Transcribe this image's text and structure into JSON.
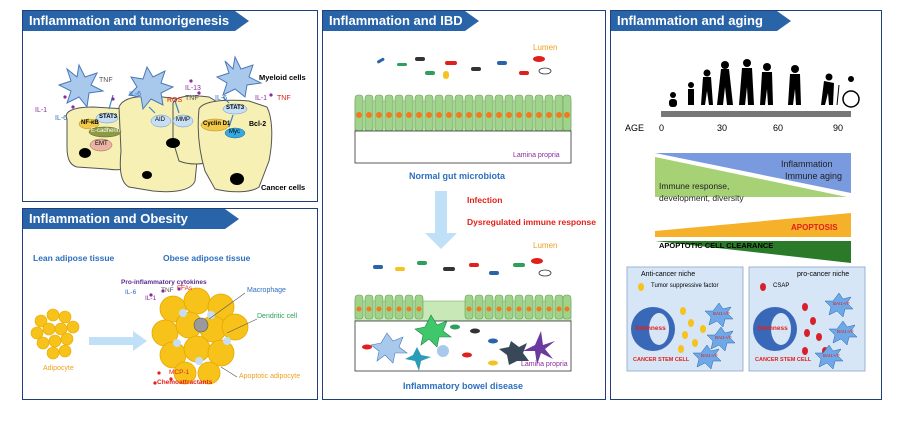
{
  "panels": {
    "tumor": {
      "title": "Inflammation and tumorigenesis",
      "labels": {
        "tnf1": "TNF",
        "il1": "IL-1",
        "il6a": "IL-6",
        "stat3a": "STAT3",
        "nfkb": "NF-κB",
        "ecad": "E-cadherin",
        "emt": "EMT",
        "il6b": "IL-6",
        "il13": "IL-13",
        "ros": "ROS",
        "tnf2": "TNF",
        "aid": "AID",
        "mmp": "MMP",
        "stat3b": "STAT3",
        "cyclin": "Cyclin D1",
        "bcl2": "Bcl-2",
        "myc": "Myc",
        "il6c": "IL-6",
        "il1b": "IL-1",
        "tnf3": "TNF",
        "myeloid": "Myeloid cells",
        "cancer": "Cancer cells"
      }
    },
    "obesity": {
      "title": "Inflammation and Obesity",
      "lean": "Lean adipose tissue",
      "obese": "Obese adipose tissue",
      "adipocyte": "Adipocyte",
      "procyt": "Pro-inflammatory cytokines",
      "il6": "IL-6",
      "tnf": "TNF",
      "ffa": "FFAs",
      "il1": "IL-1",
      "macrophage": "Macrophage",
      "dendritic": "Dendritic cell",
      "mcp": "MCP-1",
      "chemo": "Chemoattractants",
      "apoptotic": "Apoptotic adipocyte"
    },
    "ibd": {
      "title": "Inflammation and IBD",
      "lumen1": "Lumen",
      "lamina1": "Lamina propria",
      "normal": "Normal gut microbiota",
      "infection": "Infection",
      "dysreg": "Dysregulated immune response",
      "lumen2": "Lumen",
      "lamina2": "Lamina propria",
      "disease": "Inflammatory bowel disease"
    },
    "aging": {
      "title": "Inflammation and aging",
      "age_label": "AGE",
      "ages": [
        "0",
        "30",
        "60",
        "90"
      ],
      "inflammation": "Inflammation",
      "immune_aging": "Immune aging",
      "immune_resp1": "Immune response,",
      "immune_resp2": "development,  diversity",
      "apoptosis": "APOPTOSIS",
      "clearance": "APOPTOTIC CELL CLEARANCE",
      "anti": "Anti-cancer niche",
      "pro": "pro-cancer niche",
      "tsf": "Tumor suppressive factor",
      "csap": "CSAP",
      "stemness": "Stemness",
      "csc": "CANCER STEM CELL",
      "bai": "BAI1+/P"
    }
  },
  "colors": {
    "header": "#2a64a8",
    "border": "#1f3f7a",
    "cell_yellow": "#f6f0b4",
    "adipocyte": "#f7c21a",
    "villi": "#9fd28a",
    "red_label": "#e0201a",
    "blue_label": "#2c6fc0",
    "orange_label": "#f0a020",
    "purple_label": "#8a2b9c"
  }
}
